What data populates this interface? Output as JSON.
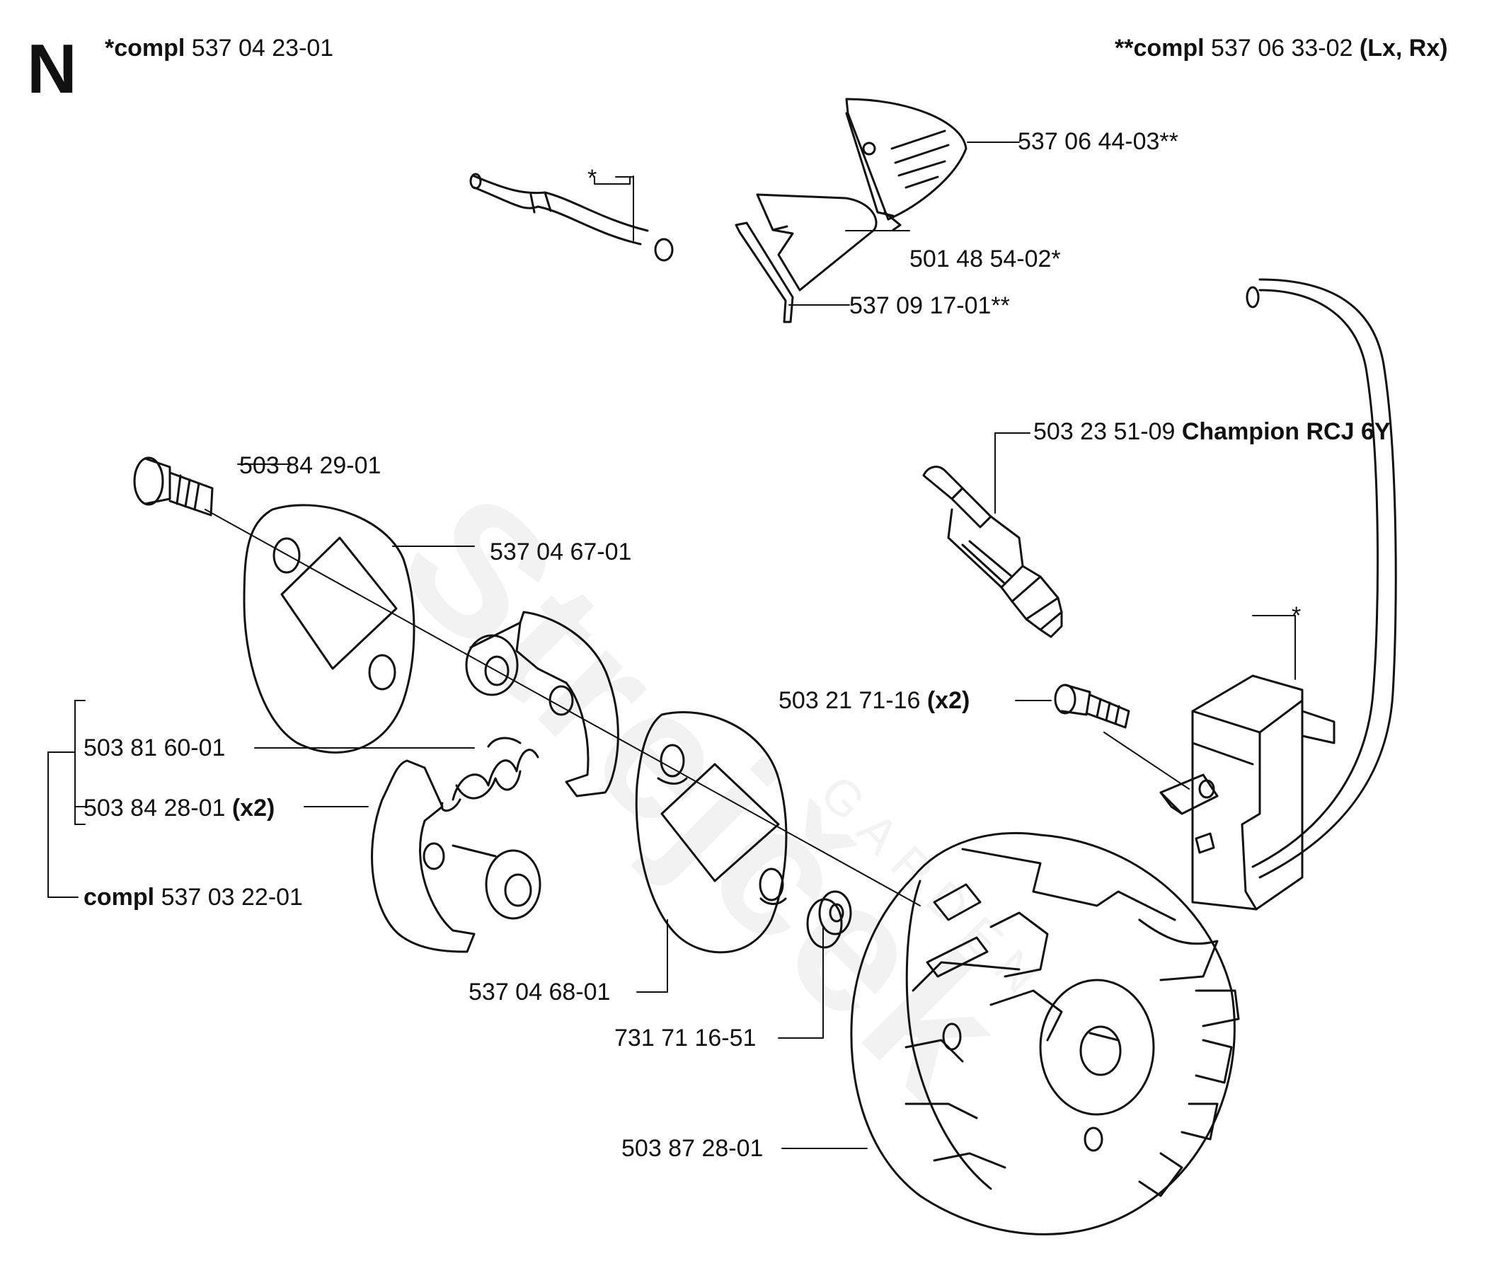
{
  "section_letter": "N",
  "watermark": {
    "brand": "Strejček",
    "sub": "GARDEN"
  },
  "header": {
    "left": {
      "bold": "*compl",
      "number": " 537 04 23-01"
    },
    "right": {
      "bold": "**compl",
      "number": " 537 06 33-02 ",
      "suffix": "(Lx, Rx)"
    }
  },
  "parts": {
    "p537064403": "537 06 44-03**",
    "p501485402": "501 48 54-02*",
    "p537091701": "537 09 17-01**",
    "fuel_hose_star": "*",
    "p503235109": "503 23 51-09 ",
    "p503235109_bold": "Champion RCJ 6Y",
    "p503842901": "503 84 29-01",
    "p537046701": "537 04 67-01",
    "module_star": "*",
    "p503217116": "503 21 71-16 ",
    "p503217116_bold": "(x2)",
    "p503816001": "503 81 60-01",
    "p503842801": "503 84 28-01 ",
    "p503842801_bold": "(x2)",
    "compl_bold": "compl",
    "compl_number": " 537 03 22-01",
    "p537046801": "537 04 68-01",
    "p731711651": "731 71 16-51",
    "p503872801": "503 87 28-01"
  }
}
